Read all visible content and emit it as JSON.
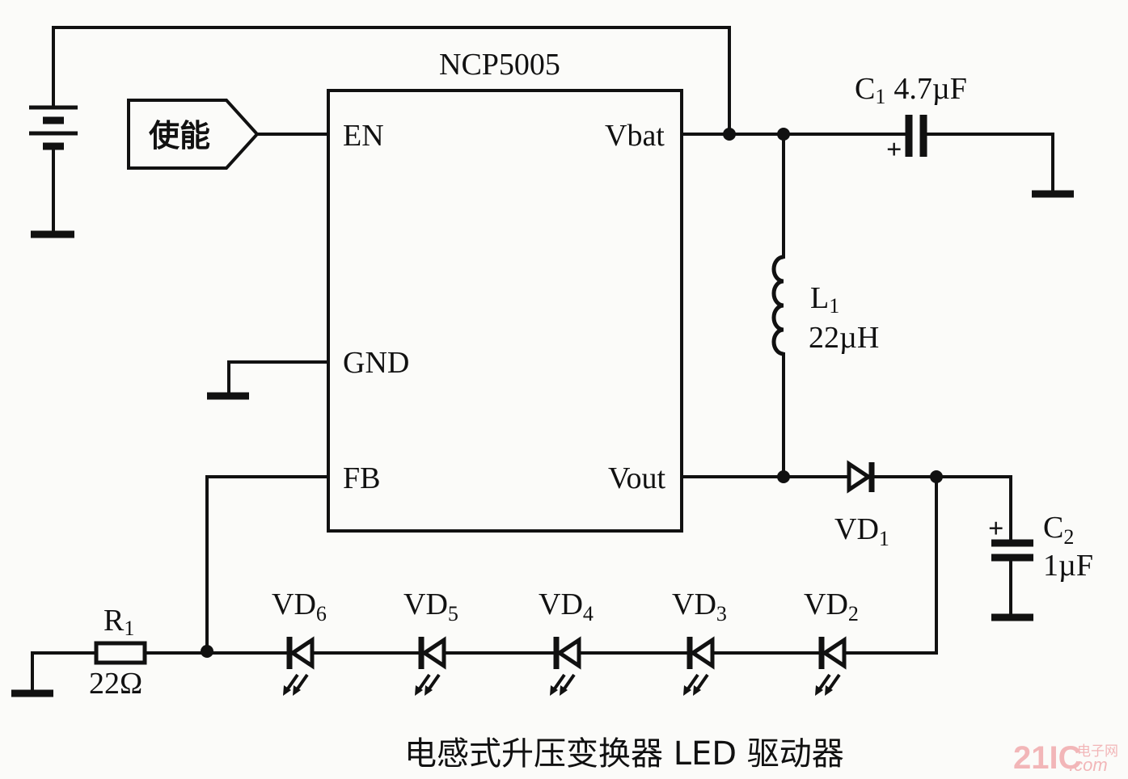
{
  "diagram": {
    "caption": "电感式升压变换器 LED 驱动器",
    "watermark": {
      "brand": "21IC",
      "sub": "电子网",
      "domain": ".com"
    },
    "ic": {
      "name": "NCP5005",
      "pins": {
        "en": "EN",
        "vbat": "Vbat",
        "gnd": "GND",
        "fb": "FB",
        "vout": "Vout"
      }
    },
    "enable_input": {
      "label": "使能"
    },
    "components": {
      "c1": {
        "ref": "C",
        "sub": "1",
        "value": "4.7µF",
        "polarity": "+"
      },
      "c2": {
        "ref": "C",
        "sub": "2",
        "value": "1µF",
        "polarity": "+"
      },
      "l1": {
        "ref": "L",
        "sub": "1",
        "value": "22µH"
      },
      "r1": {
        "ref": "R",
        "sub": "1",
        "value": "22Ω"
      },
      "vd1": {
        "ref": "VD",
        "sub": "1"
      },
      "leds": [
        {
          "ref": "VD",
          "sub": "6"
        },
        {
          "ref": "VD",
          "sub": "5"
        },
        {
          "ref": "VD",
          "sub": "4"
        },
        {
          "ref": "VD",
          "sub": "3"
        },
        {
          "ref": "VD",
          "sub": "2"
        }
      ]
    }
  }
}
